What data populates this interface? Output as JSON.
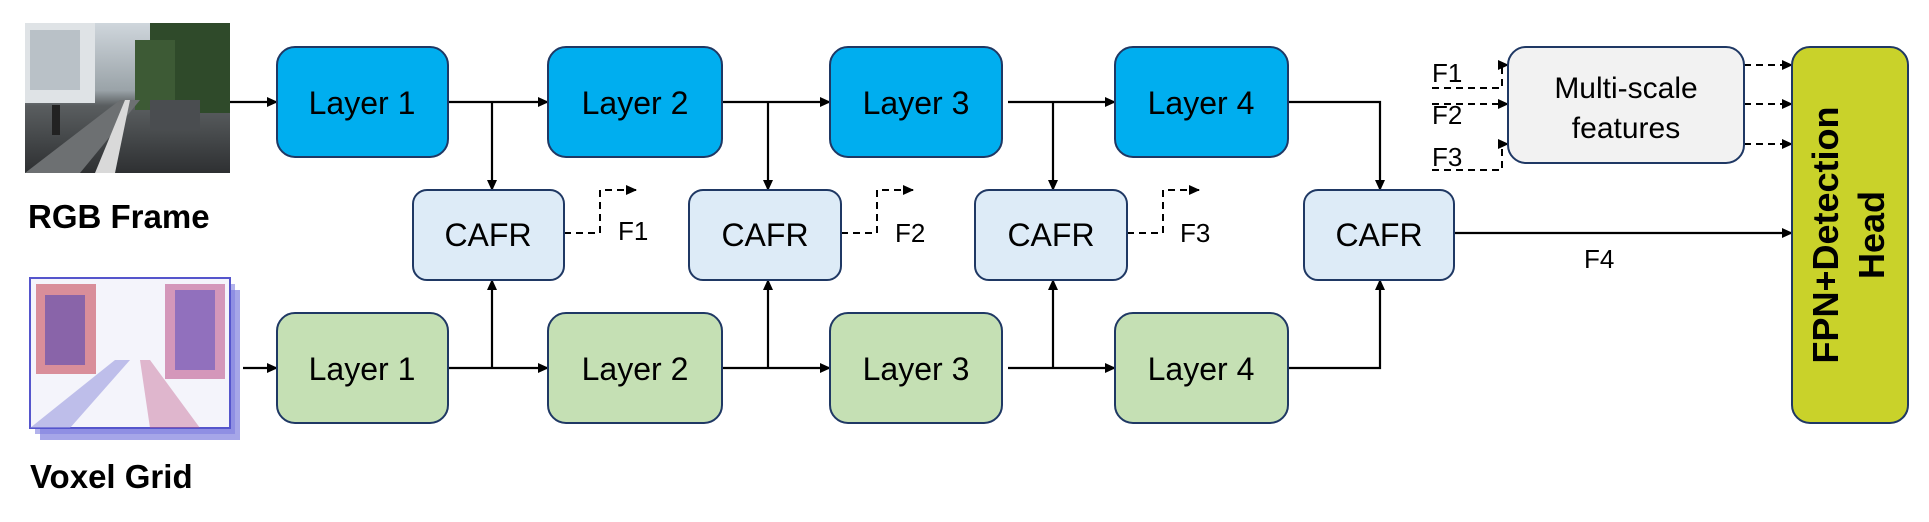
{
  "inputs": {
    "rgb_label": "RGB Frame",
    "voxel_label": "Voxel Grid"
  },
  "rgb_layers": [
    "Layer 1",
    "Layer 2",
    "Layer 3",
    "Layer 4"
  ],
  "event_layers": [
    "Layer 1",
    "Layer 2",
    "Layer 3",
    "Layer 4"
  ],
  "fusion_modules": [
    "CAFR",
    "CAFR",
    "CAFR",
    "CAFR"
  ],
  "feature_outputs": [
    "F1",
    "F2",
    "F3",
    "F4"
  ],
  "multiscale": {
    "label_line1": "Multi-scale",
    "label_line2": "features",
    "inputs": [
      "F1",
      "F2",
      "F3"
    ]
  },
  "head": {
    "label_line1": "FPN+Detection",
    "label_line2": "Head"
  },
  "colors": {
    "rgb_layer": "#00AEEF",
    "event_layer": "#C5E0B4",
    "fusion": "#DDEBF7",
    "multiscale": "#F2F2F2",
    "head": "#C9D22A",
    "stroke": "#1F3864",
    "arrow": "#000000"
  }
}
